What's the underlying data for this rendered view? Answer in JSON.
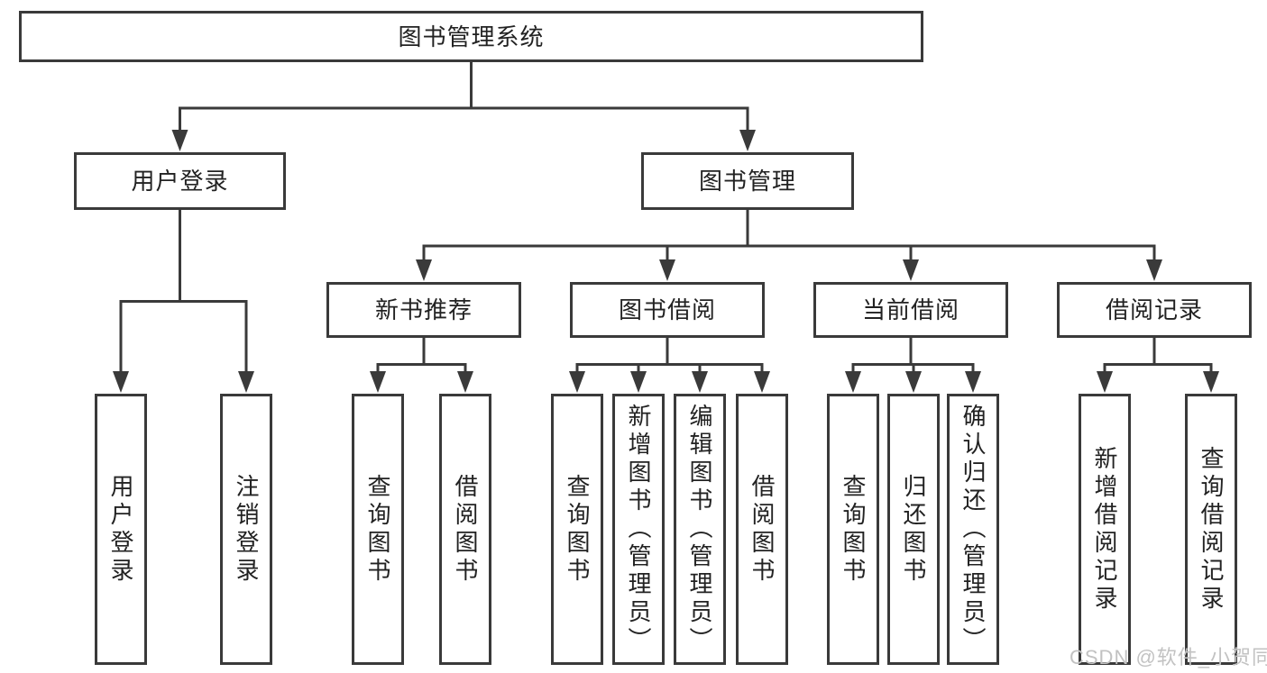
{
  "diagram_title": "图书管理系统",
  "nodes": {
    "root": {
      "label": "图书管理系统"
    },
    "level2": [
      {
        "id": "user-login",
        "label": "用户登录"
      },
      {
        "id": "book-management",
        "label": "图书管理"
      }
    ],
    "level3": [
      {
        "id": "new-book-recommend",
        "parent": "book-management",
        "label": "新书推荐"
      },
      {
        "id": "book-borrow",
        "parent": "book-management",
        "label": "图书借阅"
      },
      {
        "id": "current-borrow",
        "parent": "book-management",
        "label": "当前借阅"
      },
      {
        "id": "borrow-records",
        "parent": "book-management",
        "label": "借阅记录"
      }
    ],
    "leaves": [
      {
        "parent": "user-login",
        "label": "用户登录"
      },
      {
        "parent": "user-login",
        "label": "注销登录"
      },
      {
        "parent": "new-book-recommend",
        "label": "查询图书"
      },
      {
        "parent": "new-book-recommend",
        "label": "借阅图书"
      },
      {
        "parent": "book-borrow",
        "label": "查询图书"
      },
      {
        "parent": "book-borrow",
        "label": "新增图书（管理员）"
      },
      {
        "parent": "book-borrow",
        "label": "编辑图书（管理员）"
      },
      {
        "parent": "book-borrow",
        "label": "借阅图书"
      },
      {
        "parent": "current-borrow",
        "label": "查询图书"
      },
      {
        "parent": "current-borrow",
        "label": "归还图书"
      },
      {
        "parent": "current-borrow",
        "label": "确认归还（管理员）"
      },
      {
        "parent": "borrow-records",
        "label": "新增借阅记录"
      },
      {
        "parent": "borrow-records",
        "label": "查询借阅记录"
      }
    ]
  },
  "watermark": "CSDN @软件_小贺同学",
  "colors": {
    "line": "#3a3a3a",
    "text": "#222222",
    "watermark": "#c2c2c2",
    "background": "#ffffff"
  }
}
